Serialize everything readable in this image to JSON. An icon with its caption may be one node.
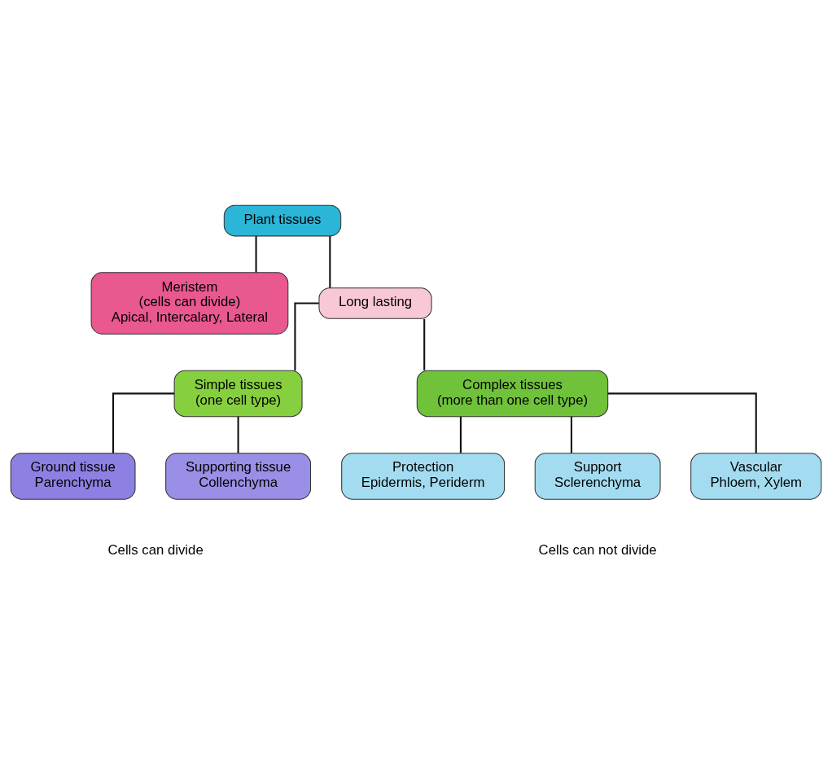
{
  "diagram": {
    "nodes": [
      {
        "text": [
          "Plant tissues"
        ]
      },
      {
        "text": [
          "Meristem",
          "(cells can divide)",
          "Apical, Intercalary, Lateral"
        ]
      },
      {
        "text": [
          "Long lasting"
        ]
      },
      {
        "text": [
          "Simple tissues",
          "(one cell type)"
        ]
      },
      {
        "text": [
          "Complex tissues",
          "(more than one cell type)"
        ]
      },
      {
        "text": [
          "Ground tissue",
          "Parenchyma"
        ]
      },
      {
        "text": [
          "Supporting tissue",
          "Collenchyma"
        ]
      },
      {
        "text": [
          "Protection",
          "Epidermis, Periderm"
        ]
      },
      {
        "text": [
          "Support",
          "Sclerenchyma"
        ]
      },
      {
        "text": [
          "Vascular",
          "Phloem, Xylem"
        ]
      }
    ],
    "edges": [
      {
        "from": 0,
        "to": 1,
        "arrow": "none"
      },
      {
        "from": 0,
        "to": 2,
        "arrow": "none"
      },
      {
        "from": 2,
        "to": 3,
        "arrow": "none"
      },
      {
        "from": 2,
        "to": 4,
        "arrow": "none"
      },
      {
        "from": 3,
        "to": 5,
        "arrow": "none"
      },
      {
        "from": 3,
        "to": 6,
        "arrow": "none"
      },
      {
        "from": 4,
        "to": 7,
        "arrow": "none"
      },
      {
        "from": 4,
        "to": 8,
        "arrow": "none"
      },
      {
        "from": 4,
        "to": 9,
        "arrow": "none"
      }
    ],
    "labels": [
      "Cells can divide",
      "Cells can not divide"
    ]
  }
}
